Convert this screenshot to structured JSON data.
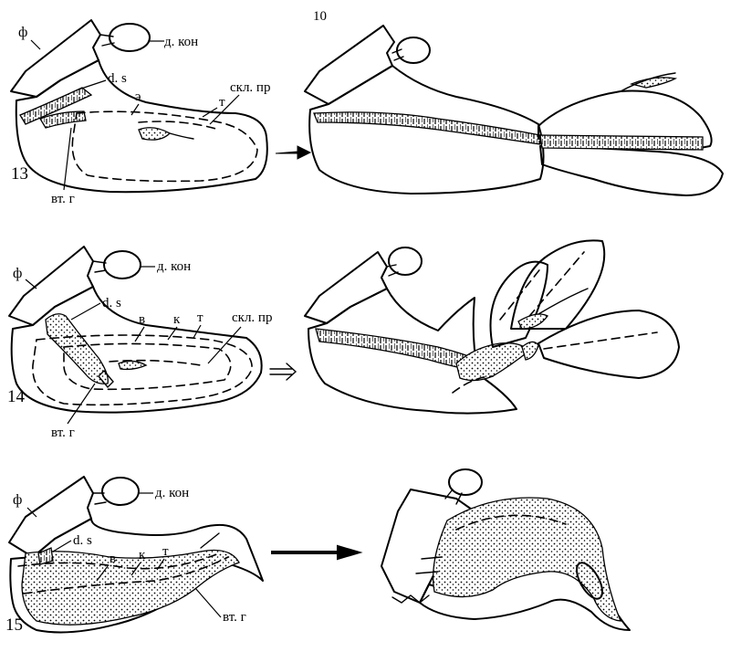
{
  "page_number": "10",
  "figures": [
    {
      "number": "13",
      "labels": {
        "f": "ф",
        "d_kon": "д. кон",
        "d_s": "d. s",
        "e": "э",
        "t": "т",
        "skl_pr": "скл. пр",
        "vt_g": "вт. г"
      }
    },
    {
      "number": "14",
      "labels": {
        "f": "ф",
        "d_kon": "д. кон",
        "d_s": "d. s",
        "v": "в",
        "k": "к",
        "t": "т",
        "skl_pr": "скл. пр",
        "vt_g": "вт. г"
      }
    },
    {
      "number": "15",
      "labels": {
        "f": "ф",
        "d_kon": "д. кон",
        "d_s": "d. s",
        "v": "в",
        "k": "к",
        "t": "т",
        "vt_g": "вт. г"
      }
    }
  ]
}
